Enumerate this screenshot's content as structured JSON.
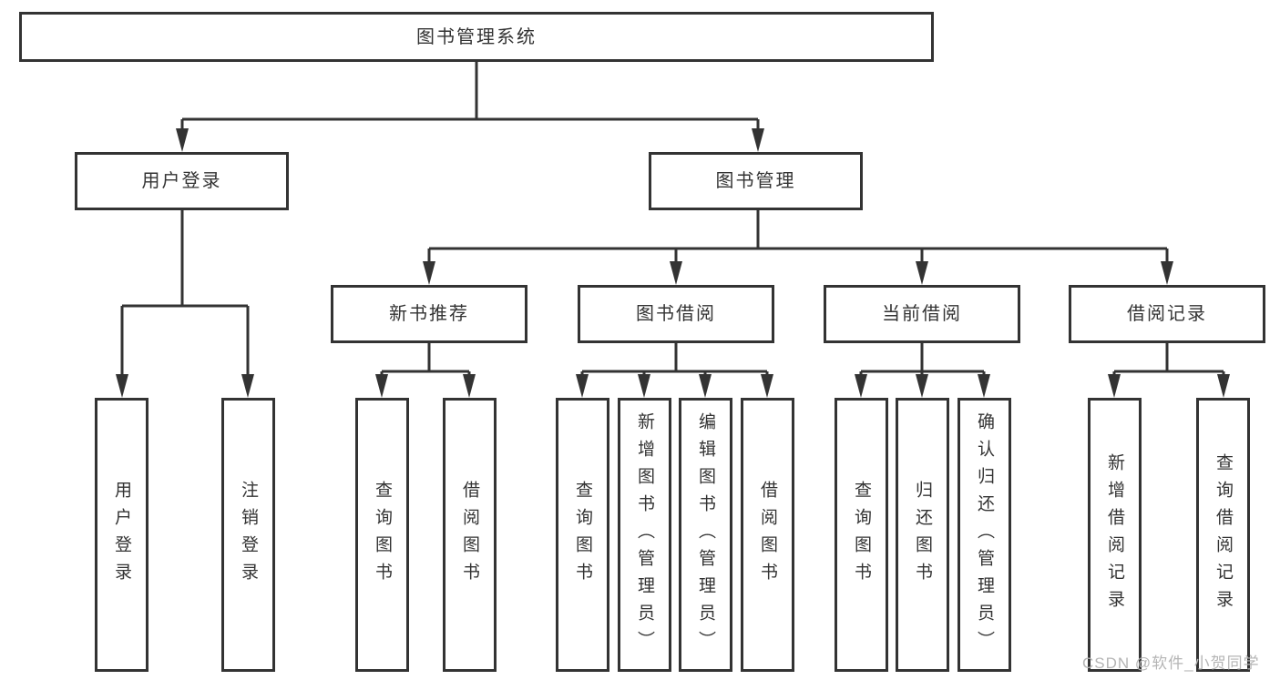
{
  "diagram": {
    "root": {
      "label": "图书管理系统"
    },
    "branches": [
      {
        "label": "用户登录",
        "leaves": [
          {
            "label": "用户登录"
          },
          {
            "label": "注销登录"
          }
        ]
      },
      {
        "label": "图书管理",
        "children": [
          {
            "label": "新书推荐",
            "leaves": [
              {
                "label": "查询图书"
              },
              {
                "label": "借阅图书"
              }
            ]
          },
          {
            "label": "图书借阅",
            "leaves": [
              {
                "label": "查询图书"
              },
              {
                "label": "新增图书（管理员）"
              },
              {
                "label": "编辑图书（管理员）"
              },
              {
                "label": "借阅图书"
              }
            ]
          },
          {
            "label": "当前借阅",
            "leaves": [
              {
                "label": "查询图书"
              },
              {
                "label": "归还图书"
              },
              {
                "label": "确认归还（管理员）"
              }
            ]
          },
          {
            "label": "借阅记录",
            "leaves": [
              {
                "label": "新增借阅记录"
              },
              {
                "label": "查询借阅记录"
              }
            ]
          }
        ]
      }
    ],
    "watermark": "CSDN @软件_小贺同学",
    "colors": {
      "line": "#333333",
      "text": "#333333",
      "watermark": "#b5b5b5",
      "background": "#ffffff"
    }
  }
}
